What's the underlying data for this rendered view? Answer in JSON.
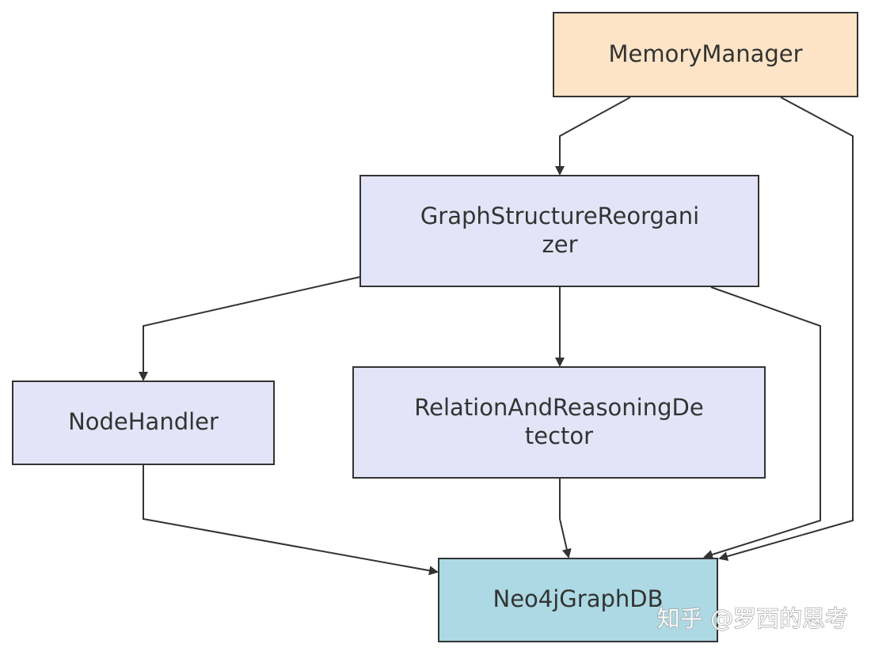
{
  "nodes": {
    "memory_manager": {
      "lines": [
        "MemoryManager"
      ]
    },
    "graph_structure_reorganizer": {
      "lines": [
        "GraphStructureReorgani",
        "zer"
      ]
    },
    "node_handler": {
      "lines": [
        "NodeHandler"
      ]
    },
    "relation_and_reasoning_detector": {
      "lines": [
        "RelationAndReasoningDe",
        "tector"
      ]
    },
    "neo4j_graph_db": {
      "lines": [
        "Neo4jGraphDB"
      ]
    }
  },
  "edges": [
    {
      "from": "MemoryManager",
      "to": "GraphStructureReorganizer"
    },
    {
      "from": "MemoryManager",
      "to": "Neo4jGraphDB"
    },
    {
      "from": "GraphStructureReorganizer",
      "to": "NodeHandler"
    },
    {
      "from": "GraphStructureReorganizer",
      "to": "RelationAndReasoningDetector"
    },
    {
      "from": "GraphStructureReorganizer",
      "to": "Neo4jGraphDB"
    },
    {
      "from": "NodeHandler",
      "to": "Neo4jGraphDB"
    },
    {
      "from": "RelationAndReasoningDetector",
      "to": "Neo4jGraphDB"
    }
  ],
  "colors": {
    "default_node": "#e4e4f8",
    "memory_manager": "#fde4c6",
    "neo4j_graph_db": "#acd9e3",
    "stroke": "#333333"
  },
  "watermark": "知乎 @罗西的思考"
}
